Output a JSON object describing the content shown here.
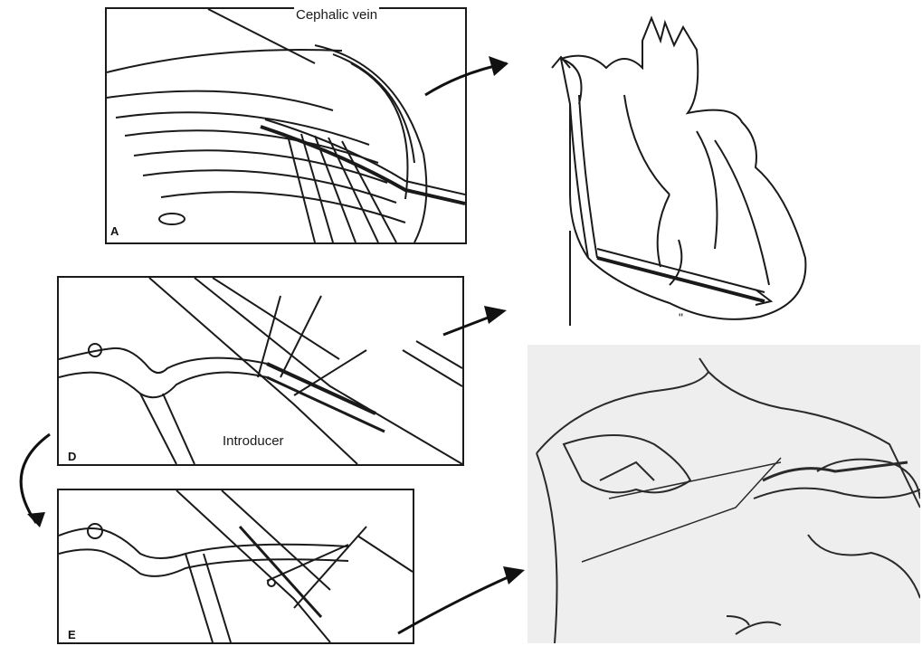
{
  "panels": {
    "a": {
      "letter": "A",
      "callout": "Cephalic vein"
    },
    "d": {
      "letter": "D",
      "callout": "Introducer"
    },
    "e": {
      "letter": "E"
    },
    "heart": {
      "caption": "\""
    }
  },
  "colors": {
    "ink": "#1a1a1a",
    "paper": "#ffffff",
    "photo_bg": "#eeeeee"
  }
}
